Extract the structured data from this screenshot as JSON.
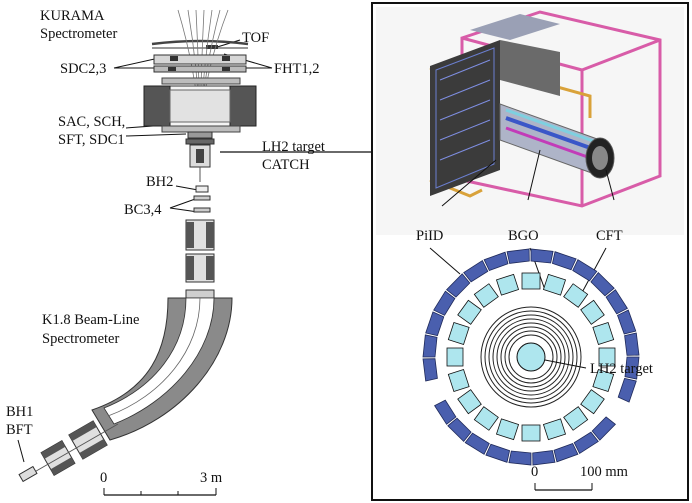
{
  "left_labels": {
    "kurama_line1": "KURAMA",
    "kurama_line2": "Spectrometer",
    "tof": "TOF",
    "sdc23": "SDC2,3",
    "fht12": "FHT1,2",
    "sac_line1": "SAC, SCH,",
    "sac_line2": "SFT, SDC1",
    "lh2_line1": "LH2 target",
    "lh2_line2": "CATCH",
    "bh2": "BH2",
    "bc34": "BC3,4",
    "k18_line1": "K1.8 Beam-Line",
    "k18_line2": "Spectrometer",
    "bh1": "BH1",
    "bft": "BFT",
    "scale_zero": "0",
    "scale_end": "3 m"
  },
  "right_labels": {
    "pid": "PiID",
    "bgo": "BGO",
    "cft": "CFT",
    "lh2_target": "LH2 target",
    "scale_zero": "0",
    "scale_end": "100 mm"
  },
  "colors": {
    "magnet_dark": "#555555",
    "magnet_mid": "#8a8a8a",
    "pid_blue": "#4a5fae",
    "bgo_cyan": "#aee6ee",
    "frame_pink": "#d85ca8",
    "frame_gold": "#d9a23a"
  }
}
